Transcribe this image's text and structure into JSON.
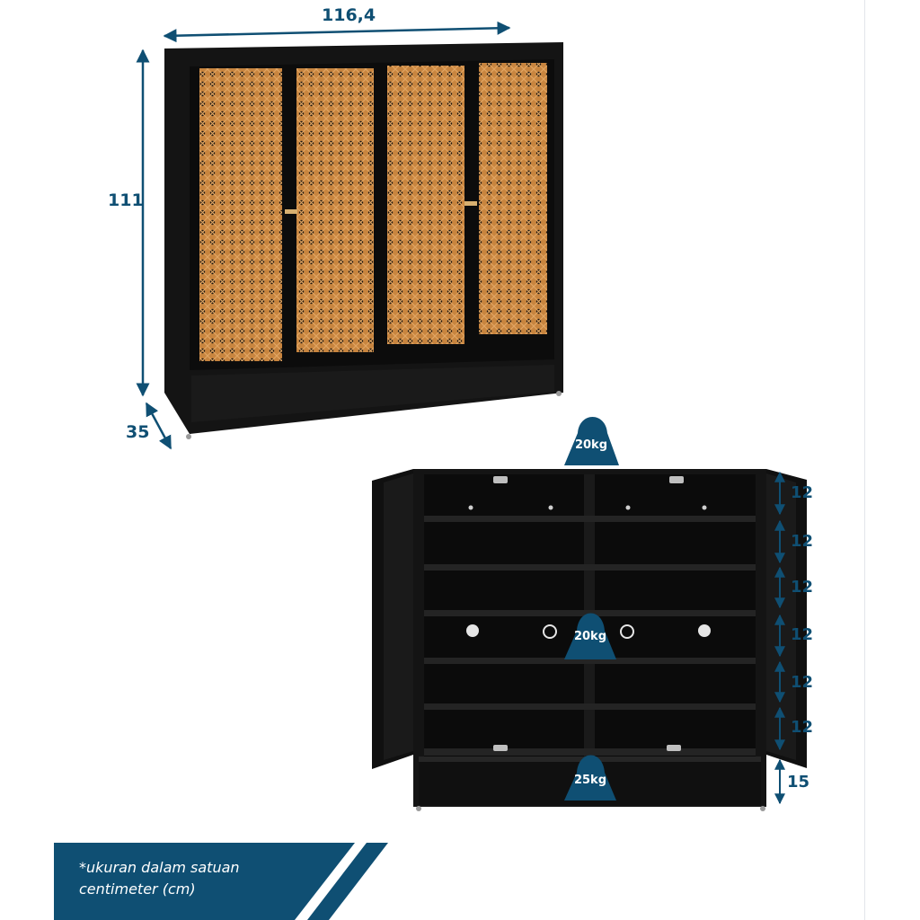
{
  "dimensions": {
    "width": "116,4",
    "height": "111",
    "depth": "35",
    "shelf_heights": [
      "12",
      "12",
      "12",
      "12",
      "12",
      "12"
    ],
    "bottom_height": "15"
  },
  "weights": {
    "top": "20kg",
    "middle": "20kg",
    "bottom": "25kg"
  },
  "note": {
    "line1": "*ukuran dalam satuan",
    "line2": "centimeter (cm)"
  },
  "colors": {
    "accent": "#0f4f73",
    "cabinet": "#141414",
    "rattan": "#c8853f"
  }
}
